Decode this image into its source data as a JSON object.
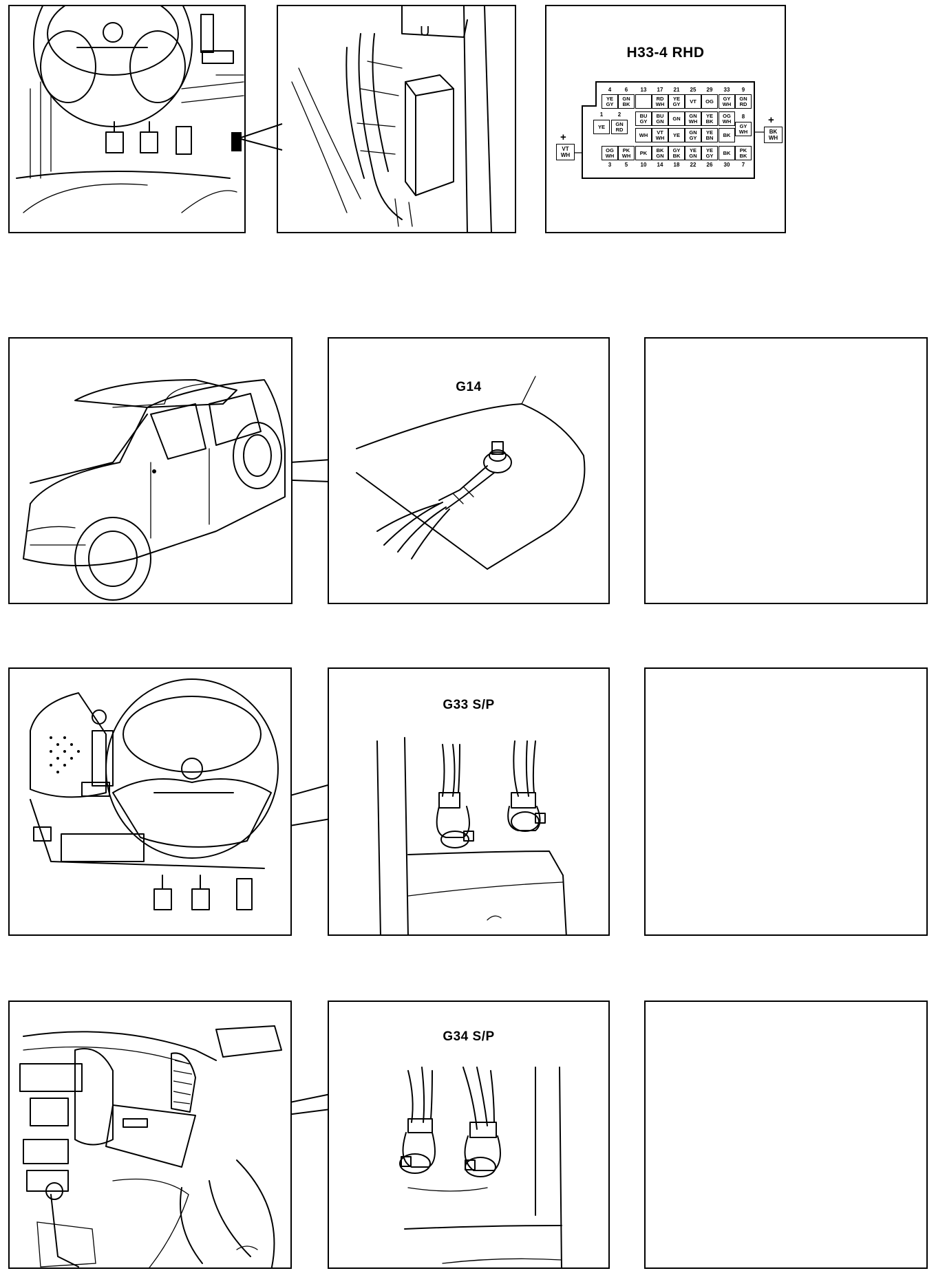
{
  "row1": {
    "locator_marker": "U",
    "connector_title": "H33-4  RHD",
    "top_numbers": [
      "4",
      "6",
      "13",
      "17",
      "21",
      "25",
      "29",
      "33",
      "9"
    ],
    "top_row": [
      [
        "YE",
        "GY"
      ],
      [
        "GN",
        "BK"
      ],
      [
        "",
        ""
      ],
      [
        "RD",
        "WH"
      ],
      [
        "YE",
        "GY"
      ],
      [
        "VT",
        ""
      ],
      [
        "OG",
        ""
      ],
      [
        "GY",
        "WH"
      ],
      [
        "GN",
        "RD"
      ]
    ],
    "mid_left_numbers": [
      "1",
      "2"
    ],
    "mid_right_number": "8",
    "mid_row_a": [
      [
        "BU",
        "GY"
      ],
      [
        "BU",
        "GN"
      ],
      [
        "GN",
        ""
      ],
      [
        "GN",
        "WH"
      ],
      [
        "YE",
        "BK"
      ],
      [
        "OG",
        "WH"
      ]
    ],
    "mid_row_b": [
      [
        "WH",
        ""
      ],
      [
        "VT",
        "WH"
      ],
      [
        "YE",
        ""
      ],
      [
        "GN",
        "GY"
      ],
      [
        "YE",
        "BN"
      ],
      [
        "BK",
        ""
      ]
    ],
    "mid_left_pins": [
      [
        "YE",
        ""
      ],
      [
        "GN",
        "RD"
      ]
    ],
    "mid_right_pin": [
      "GY",
      "WH"
    ],
    "bottom_row": [
      [
        "OG",
        "WH"
      ],
      [
        "PK",
        "WH"
      ],
      [
        "PK",
        ""
      ],
      [
        "BK",
        "GN"
      ],
      [
        "GY",
        "BK"
      ],
      [
        "YE",
        "GN"
      ],
      [
        "YE",
        "GY"
      ],
      [
        "BK",
        ""
      ],
      [
        "PK",
        "BK"
      ]
    ],
    "bottom_numbers": [
      "3",
      "5",
      "10",
      "14",
      "18",
      "22",
      "26",
      "30",
      "7"
    ],
    "left_side_pin": [
      "VT",
      "WH"
    ],
    "right_side_pin": [
      "BK",
      "WH"
    ],
    "plus_sign": "+"
  },
  "row2": {
    "ground_title": "G14"
  },
  "row3": {
    "ground_title": "G33 S/P"
  },
  "row4": {
    "ground_title": "G34 S/P"
  }
}
